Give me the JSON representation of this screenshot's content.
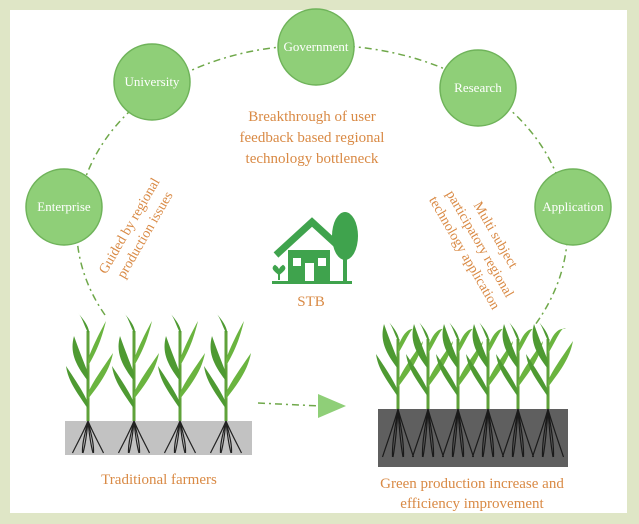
{
  "colors": {
    "background": "#dfe6c6",
    "node_fill": "#8fcf78",
    "node_stroke": "#6fb35a",
    "accent_orange": "#d98a45",
    "house_green": "#3fa34d",
    "soil_light": "#c2c2c2",
    "soil_dark": "#5f5f5f"
  },
  "nodes": [
    {
      "label": "Government"
    },
    {
      "label": "University"
    },
    {
      "label": "Research"
    },
    {
      "label": "Enterprise"
    },
    {
      "label": "Application"
    }
  ],
  "center": {
    "icon": "house-tree-icon",
    "label": "STB"
  },
  "top_text": {
    "line1": "Breakthrough of user",
    "line2": "feedback based regional",
    "line3": "technology bottleneck"
  },
  "left_text": {
    "line1": "Guided by regional",
    "line2": "production issues"
  },
  "right_text": {
    "line1": "Multi subject",
    "line2": "participatory regional",
    "line3": "technology application"
  },
  "bottom_left": {
    "caption": "Traditional farmers",
    "plants": 4
  },
  "bottom_right": {
    "caption_line1": "Green production increase and",
    "caption_line2": "efficiency improvement",
    "plants": 6
  },
  "arrow_icon": "right-arrow-icon"
}
